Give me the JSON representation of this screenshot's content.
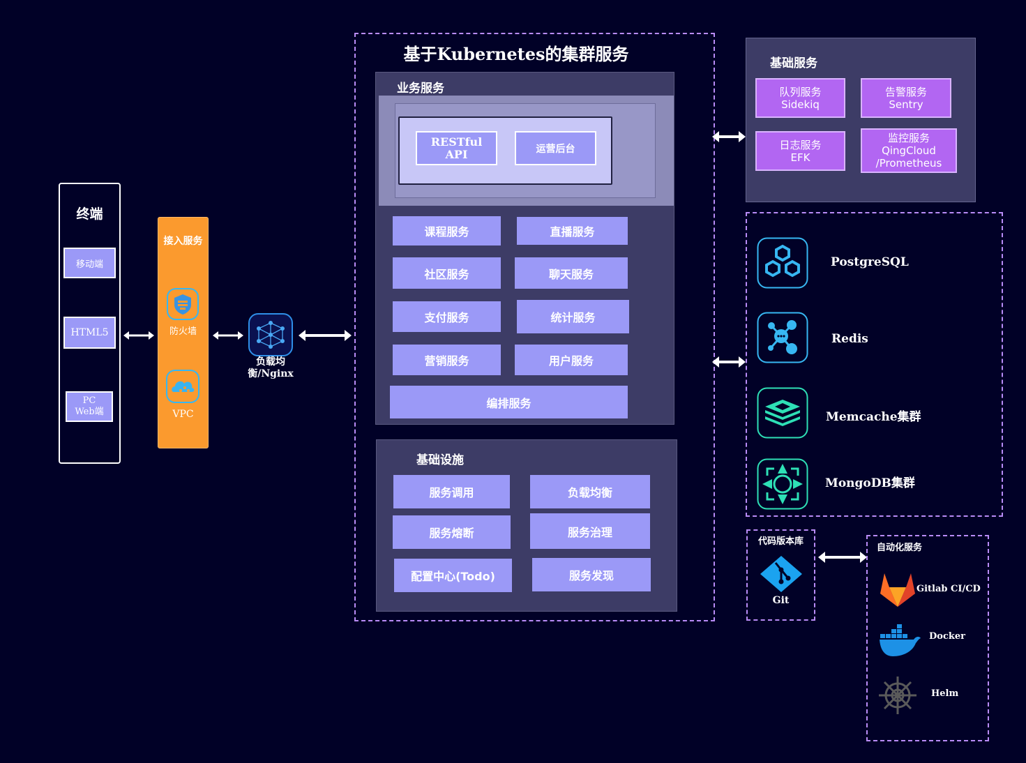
{
  "title": "基于Kubernetes的集群服务",
  "terminal": {
    "title": "终端",
    "items": [
      "移动端",
      "HTML5",
      "PC\nWeb端"
    ]
  },
  "access": {
    "title": "接入服务",
    "firewall": "防火墙",
    "vpc": "VPC"
  },
  "lb": {
    "label": "负载均\n衡/Nginx"
  },
  "business": {
    "title": "业务服务",
    "restful": "RESTful\nAPI",
    "admin": "运营后台",
    "services": [
      "课程服务",
      "直播服务",
      "社区服务",
      "聊天服务",
      "支付服务",
      "统计服务",
      "营销服务",
      "用户服务",
      "编排服务"
    ]
  },
  "infra": {
    "title": "基础设施",
    "items": [
      "服务调用",
      "负载均衡",
      "服务熔断",
      "服务治理",
      "配置中心(Todo)",
      "服务发现"
    ]
  },
  "base": {
    "title": "基础服务",
    "items": [
      "队列服务\nSidekiq",
      "告警服务\nSentry",
      "日志服务\nEFK",
      "监控服务\nQingCloud\n/Prometheus"
    ]
  },
  "databases": [
    {
      "name": "PostgreSQL",
      "icon": "postgresql-icon"
    },
    {
      "name": "Redis",
      "icon": "redis-icon"
    },
    {
      "name": "Memcache集群",
      "icon": "memcache-icon"
    },
    {
      "name": "MongoDB集群",
      "icon": "mongodb-icon"
    }
  ],
  "repo": {
    "title": "代码版本库",
    "git": "Git"
  },
  "automation": {
    "title": "自动化服务",
    "items": [
      "Gitlab CI/CD",
      "Docker",
      "Helm"
    ]
  },
  "colors": {
    "background": "#010127",
    "accent_purple": "#9b99f7",
    "orange": "#fb9a2e",
    "magenta": "#b266f2",
    "dashed": "#b98cf7",
    "cyan": "#37b7f2",
    "teal": "#2ee0b6"
  }
}
